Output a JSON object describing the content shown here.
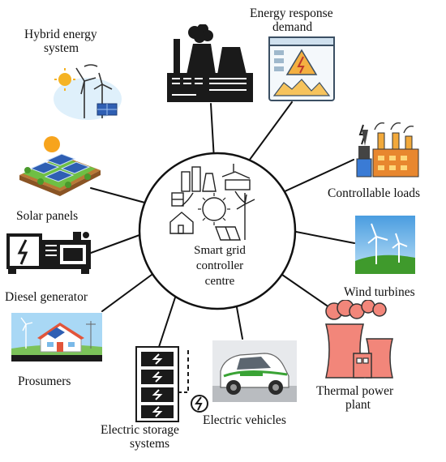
{
  "center": {
    "lines": [
      "Smart grid",
      "controller",
      "centre"
    ]
  },
  "nodes": [
    {
      "id": "hybrid",
      "lines": [
        "Hybrid energy",
        "system"
      ]
    },
    {
      "id": "response",
      "lines": [
        "Energy response",
        "demand"
      ]
    },
    {
      "id": "loads",
      "lines": [
        "Controllable loads"
      ]
    },
    {
      "id": "solar",
      "lines": [
        "Solar panels"
      ]
    },
    {
      "id": "wind",
      "lines": [
        "Wind turbines"
      ]
    },
    {
      "id": "diesel",
      "lines": [
        "Diesel generator"
      ]
    },
    {
      "id": "prosumers",
      "lines": [
        "Prosumers"
      ]
    },
    {
      "id": "thermal",
      "lines": [
        "Thermal power",
        "plant"
      ]
    },
    {
      "id": "storage",
      "lines": [
        "Electric storage",
        "systems"
      ]
    },
    {
      "id": "vehicles",
      "lines": [
        "Electric vehicles"
      ]
    }
  ],
  "icons": {
    "center": "smart-grid-icon",
    "power_station": "power-station-icon",
    "hybrid": "hybrid-energy-icon",
    "response": "energy-response-icon",
    "loads": "factory-icon",
    "solar": "solar-panel-icon",
    "wind": "wind-turbine-icon",
    "diesel": "diesel-generator-icon",
    "prosumers": "prosumer-house-icon",
    "thermal": "cooling-tower-icon",
    "storage": "battery-stack-icon",
    "vehicles": "electric-car-icon"
  },
  "colors": {
    "line": "#111111",
    "thermal": "#f2867a",
    "solar_blue": "#2f5fb3",
    "grass": "#6fbf44",
    "sky": "#8ec9f0",
    "ev_green": "#3aa335"
  }
}
